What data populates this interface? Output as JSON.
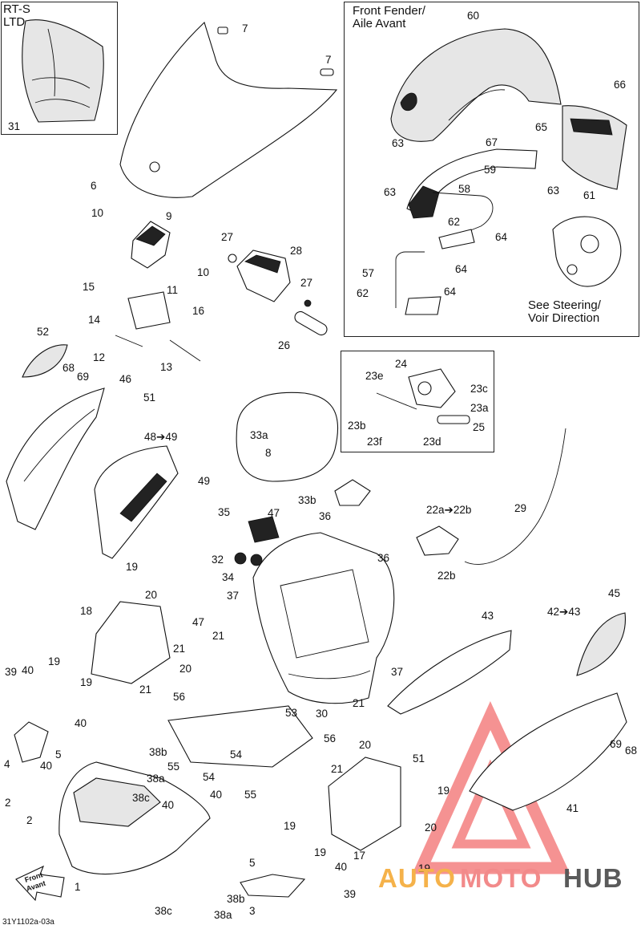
{
  "insets": {
    "rts_ltd": {
      "label_line1": "RT-S",
      "label_line2": "LTD"
    },
    "front_fender": {
      "title_line1": "Front Fender/",
      "title_line2": "Aile Avant",
      "note_line1": "See Steering/",
      "note_line2": "Voir Direction"
    },
    "pedal_box": {}
  },
  "parts": [
    {
      "id": "p31",
      "text": "31"
    },
    {
      "id": "p6",
      "text": "6"
    },
    {
      "id": "p7a",
      "text": "7"
    },
    {
      "id": "p7b",
      "text": "7"
    },
    {
      "id": "p60",
      "text": "60"
    },
    {
      "id": "p66",
      "text": "66"
    },
    {
      "id": "p67",
      "text": "67"
    },
    {
      "id": "p65",
      "text": "65"
    },
    {
      "id": "p63a",
      "text": "63"
    },
    {
      "id": "p59",
      "text": "59"
    },
    {
      "id": "p63b",
      "text": "63"
    },
    {
      "id": "p61",
      "text": "61"
    },
    {
      "id": "p63c",
      "text": "63"
    },
    {
      "id": "p58",
      "text": "58"
    },
    {
      "id": "p62a",
      "text": "62"
    },
    {
      "id": "p64a",
      "text": "64"
    },
    {
      "id": "p57",
      "text": "57"
    },
    {
      "id": "p64b",
      "text": "64"
    },
    {
      "id": "p62b",
      "text": "62"
    },
    {
      "id": "p64c",
      "text": "64"
    },
    {
      "id": "p10a",
      "text": "10"
    },
    {
      "id": "p9",
      "text": "9"
    },
    {
      "id": "p10b",
      "text": "10"
    },
    {
      "id": "p15",
      "text": "15"
    },
    {
      "id": "p11",
      "text": "11"
    },
    {
      "id": "p14",
      "text": "14"
    },
    {
      "id": "p16",
      "text": "16"
    },
    {
      "id": "p12",
      "text": "12"
    },
    {
      "id": "p13",
      "text": "13"
    },
    {
      "id": "p27a",
      "text": "27"
    },
    {
      "id": "p28",
      "text": "28"
    },
    {
      "id": "p27b",
      "text": "27"
    },
    {
      "id": "p26",
      "text": "26"
    },
    {
      "id": "p52",
      "text": "52"
    },
    {
      "id": "p68a",
      "text": "68"
    },
    {
      "id": "p69a",
      "text": "69"
    },
    {
      "id": "p46",
      "text": "46"
    },
    {
      "id": "p51a",
      "text": "51"
    },
    {
      "id": "p4849",
      "text": "48➔49"
    },
    {
      "id": "p49",
      "text": "49"
    },
    {
      "id": "p24",
      "text": "24"
    },
    {
      "id": "p23e",
      "text": "23e"
    },
    {
      "id": "p23c",
      "text": "23c"
    },
    {
      "id": "p23a",
      "text": "23a"
    },
    {
      "id": "p23b",
      "text": "23b"
    },
    {
      "id": "p23f",
      "text": "23f"
    },
    {
      "id": "p23d",
      "text": "23d"
    },
    {
      "id": "p25",
      "text": "25"
    },
    {
      "id": "p33a",
      "text": "33a"
    },
    {
      "id": "p8",
      "text": "8"
    },
    {
      "id": "p29",
      "text": "29"
    },
    {
      "id": "p33b",
      "text": "33b"
    },
    {
      "id": "p22a",
      "text": "22a➔22b"
    },
    {
      "id": "p22b",
      "text": "22b"
    },
    {
      "id": "p35",
      "text": "35"
    },
    {
      "id": "p47a",
      "text": "47"
    },
    {
      "id": "p36a",
      "text": "36"
    },
    {
      "id": "p36b",
      "text": "36"
    },
    {
      "id": "p32",
      "text": "32"
    },
    {
      "id": "p34",
      "text": "34"
    },
    {
      "id": "p37a",
      "text": "37"
    },
    {
      "id": "p47b",
      "text": "47"
    },
    {
      "id": "p21a",
      "text": "21"
    },
    {
      "id": "p37b",
      "text": "37"
    },
    {
      "id": "p30",
      "text": "30"
    },
    {
      "id": "p21b",
      "text": "21"
    },
    {
      "id": "p43",
      "text": "43"
    },
    {
      "id": "p4243",
      "text": "42➔43"
    },
    {
      "id": "p45",
      "text": "45"
    },
    {
      "id": "p19a",
      "text": "19"
    },
    {
      "id": "p20a",
      "text": "20"
    },
    {
      "id": "p18",
      "text": "18"
    },
    {
      "id": "p21c",
      "text": "21"
    },
    {
      "id": "p19b",
      "text": "19"
    },
    {
      "id": "p20b",
      "text": "20"
    },
    {
      "id": "p19c",
      "text": "19"
    },
    {
      "id": "p21d",
      "text": "21"
    },
    {
      "id": "p56a",
      "text": "56"
    },
    {
      "id": "p53",
      "text": "53"
    },
    {
      "id": "p39a",
      "text": "39"
    },
    {
      "id": "p40a",
      "text": "40"
    },
    {
      "id": "p40b",
      "text": "40"
    },
    {
      "id": "p4",
      "text": "4"
    },
    {
      "id": "p5a",
      "text": "5"
    },
    {
      "id": "p40c",
      "text": "40"
    },
    {
      "id": "p38b_a",
      "text": "38b"
    },
    {
      "id": "p38a_a",
      "text": "38a"
    },
    {
      "id": "p38c_a",
      "text": "38c"
    },
    {
      "id": "p2a",
      "text": "2"
    },
    {
      "id": "p2b",
      "text": "2"
    },
    {
      "id": "p40d",
      "text": "40"
    },
    {
      "id": "p40e",
      "text": "40"
    },
    {
      "id": "p55a",
      "text": "55"
    },
    {
      "id": "p54a",
      "text": "54"
    },
    {
      "id": "p54b",
      "text": "54"
    },
    {
      "id": "p55b",
      "text": "55"
    },
    {
      "id": "p56b",
      "text": "56"
    },
    {
      "id": "p20c",
      "text": "20"
    },
    {
      "id": "p21e",
      "text": "21"
    },
    {
      "id": "p19d",
      "text": "19"
    },
    {
      "id": "p20d",
      "text": "20"
    },
    {
      "id": "p19e",
      "text": "19"
    },
    {
      "id": "p19f",
      "text": "19"
    },
    {
      "id": "p17",
      "text": "17"
    },
    {
      "id": "p19g",
      "text": "19"
    },
    {
      "id": "p51b",
      "text": "51"
    },
    {
      "id": "p69b",
      "text": "69"
    },
    {
      "id": "p68b",
      "text": "68"
    },
    {
      "id": "p41",
      "text": "41"
    },
    {
      "id": "p1",
      "text": "1"
    },
    {
      "id": "p5b",
      "text": "5"
    },
    {
      "id": "p40f",
      "text": "40"
    },
    {
      "id": "p38b_b",
      "text": "38b"
    },
    {
      "id": "p38a_b",
      "text": "38a"
    },
    {
      "id": "p38c_b",
      "text": "38c"
    },
    {
      "id": "p3",
      "text": "3"
    },
    {
      "id": "p39b",
      "text": "39"
    }
  ],
  "front_arrow": {
    "line1": "Front",
    "line2": "Avant"
  },
  "doc_code": "31Y1102a-03a",
  "watermark": {
    "part1": "AUTO",
    "part2": "MOTO",
    "part3": "HUB",
    "color1": "#f5b24a",
    "color2": "#f28a8a",
    "color3": "#5a5a5a",
    "logo_color": "#ee3a3a"
  }
}
